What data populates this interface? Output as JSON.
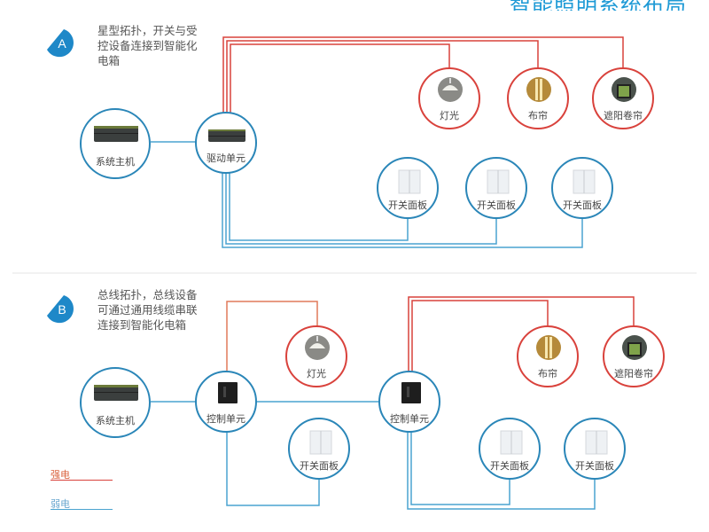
{
  "header": {
    "title": "智能照明系统布局"
  },
  "colors": {
    "strong_power": "#d9423c",
    "weak_power": "#4aa3d0",
    "node_blue": "#2a86b8",
    "badge": "#1e88c8"
  },
  "section_a": {
    "badge": "A",
    "description": [
      "星型拓扑，开关与受",
      "控设备连接到智能化",
      "电箱"
    ],
    "nodes": {
      "host": {
        "label": "系统主机",
        "icon": "host-controller-icon"
      },
      "driver": {
        "label": "驱动单元",
        "icon": "driver-unit-icon"
      },
      "loads": [
        {
          "label": "灯光",
          "icon": "pendant-lamp-icon"
        },
        {
          "label": "布帘",
          "icon": "curtain-icon"
        },
        {
          "label": "遮阳卷帘",
          "icon": "roller-blind-icon"
        }
      ],
      "switches": [
        {
          "label": "开关面板",
          "icon": "switch-panel-icon"
        },
        {
          "label": "开关面板",
          "icon": "switch-panel-icon"
        },
        {
          "label": "开关面板",
          "icon": "switch-panel-icon"
        }
      ]
    }
  },
  "section_b": {
    "badge": "B",
    "description": [
      "总线拓扑，总线设备",
      "可通过通用线缆串联",
      "连接到智能化电箱"
    ],
    "nodes": {
      "host": {
        "label": "系统主机",
        "icon": "host-controller-icon"
      },
      "control1": {
        "label": "控制单元",
        "icon": "control-unit-icon"
      },
      "control2": {
        "label": "控制单元",
        "icon": "control-unit-icon"
      },
      "load1": {
        "label": "灯光",
        "icon": "pendant-lamp-icon"
      },
      "load2": {
        "label": "布帘",
        "icon": "curtain-icon"
      },
      "load3": {
        "label": "遮阳卷帘",
        "icon": "roller-blind-icon"
      },
      "switch1": {
        "label": "开关面板",
        "icon": "switch-panel-icon"
      },
      "switch2": {
        "label": "开关面板",
        "icon": "switch-panel-icon"
      },
      "switch3": {
        "label": "开关面板",
        "icon": "switch-panel-icon"
      }
    }
  },
  "legend": {
    "strong": {
      "label": "强电"
    },
    "weak": {
      "label": "弱电"
    }
  }
}
